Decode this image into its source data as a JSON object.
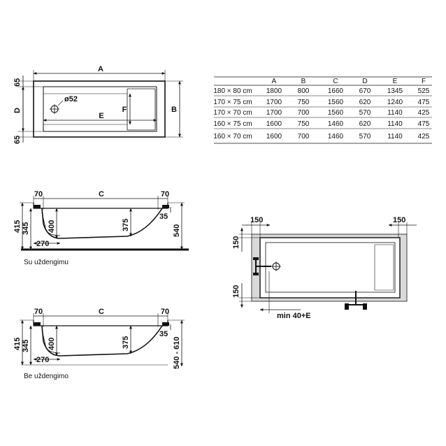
{
  "top_view": {
    "label_a": "A",
    "label_b": "B",
    "label_d": "D",
    "label_e": "E",
    "label_f": "F",
    "drain": "ø52",
    "margin_top": "65",
    "margin_bottom": "65"
  },
  "table": {
    "headers": [
      "",
      "A",
      "B",
      "C",
      "D",
      "E",
      "F"
    ],
    "rows": [
      [
        "180 × 80 cm",
        "1800",
        "800",
        "1660",
        "670",
        "1345",
        "525"
      ],
      [
        "170 × 75 cm",
        "1700",
        "750",
        "1560",
        "620",
        "1240",
        "475"
      ],
      [
        "170 × 70 cm",
        "1700",
        "700",
        "1560",
        "570",
        "1140",
        "425"
      ],
      [
        "160 × 75 cm",
        "1600",
        "750",
        "1460",
        "620",
        "1140",
        "475"
      ],
      [
        "160 × 70 cm",
        "1600",
        "700",
        "1460",
        "570",
        "1140",
        "425"
      ]
    ]
  },
  "section_with": {
    "left_rim": "70",
    "length": "C",
    "right_rim": "70",
    "overall_h": "415",
    "inner_h": "345",
    "depth_left": "400",
    "depth_right": "375",
    "rim_gap": "35",
    "total_h": "540",
    "offset": "270",
    "caption": "Su uždengimu"
  },
  "section_without": {
    "left_rim": "70",
    "length": "C",
    "right_rim": "70",
    "overall_h": "415",
    "inner_h": "345",
    "depth_left": "400",
    "depth_right": "375",
    "rim_gap": "35",
    "total_h": "540 - 610",
    "offset": "270",
    "caption": "Be uždengimo"
  },
  "install_view": {
    "left_clear": "150",
    "right_clear": "150",
    "top_clear": "150",
    "bottom_clear": "150",
    "min_label": "min 40+E"
  }
}
